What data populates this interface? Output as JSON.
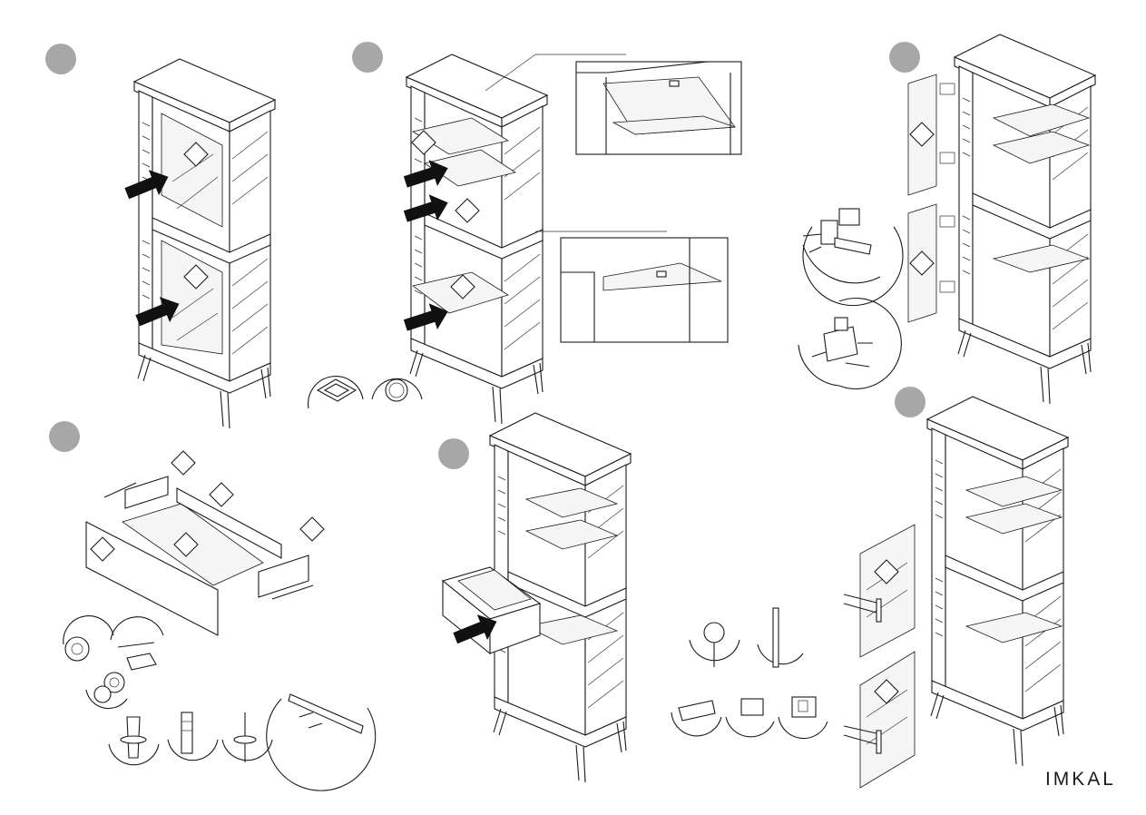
{
  "brand": {
    "name": "IMKAL",
    "accent_color": "#d11b24"
  },
  "colors": {
    "step_badge": "#a7a7a7",
    "line": "#1a1a1a"
  },
  "steps": [
    {
      "id": 1,
      "icon": "step-badge"
    },
    {
      "id": 2,
      "icon": "step-badge"
    },
    {
      "id": 3,
      "icon": "step-badge"
    },
    {
      "id": 4,
      "icon": "step-badge"
    },
    {
      "id": 5,
      "icon": "step-badge"
    },
    {
      "id": 6,
      "icon": "step-badge"
    }
  ]
}
